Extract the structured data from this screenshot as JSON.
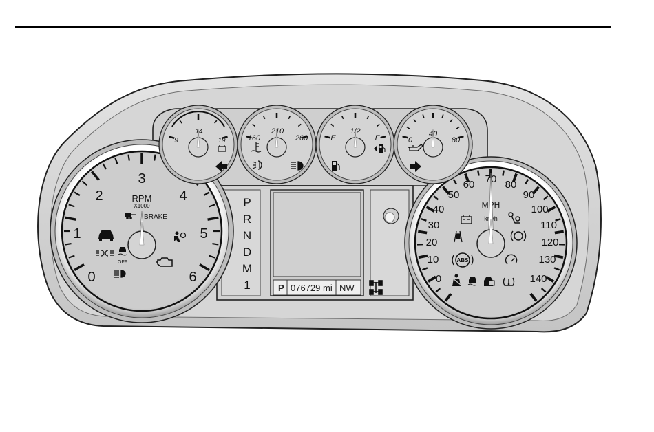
{
  "tachometer": {
    "labels": [
      "0",
      "1",
      "2",
      "3",
      "4",
      "5",
      "6"
    ],
    "unit": "RPM",
    "unit_sub": "X1000",
    "brake_label": "BRAKE",
    "traction_off_label": "OFF"
  },
  "voltmeter": {
    "labels": [
      "9",
      "14",
      "19"
    ]
  },
  "temperature": {
    "labels": [
      "160",
      "210",
      "260"
    ]
  },
  "fuel": {
    "labels": [
      "E",
      "1/2",
      "F"
    ]
  },
  "oil_pressure": {
    "labels": [
      "0",
      "40",
      "80"
    ]
  },
  "speedometer": {
    "labels": [
      "0",
      "10",
      "20",
      "30",
      "40",
      "50",
      "60",
      "70",
      "80",
      "90",
      "100",
      "110",
      "120",
      "130",
      "140"
    ],
    "unit": "MPH",
    "unit_sub": "km/h",
    "abs_label": "ABS"
  },
  "prndm": [
    "P",
    "R",
    "N",
    "D",
    "M",
    "1"
  ],
  "info_bar": {
    "gear": "P",
    "odometer": "076729",
    "odometer_unit": "mi",
    "compass": "NW"
  },
  "icons": {
    "tachometer": [
      "car-icon",
      "exterior-lamps-icon",
      "traction-control-off-icon",
      "high-beam-icon",
      "airbag-icon",
      "check-engine-icon",
      "trailer-brake-icon"
    ],
    "voltmeter": [
      "battery-icon",
      "left-turn-signal-icon"
    ],
    "temperature": [
      "coolant-temperature-icon",
      "fog-lamp-icon",
      "headlamp-on-icon"
    ],
    "fuel": [
      "fuel-pump-icon",
      "fuel-door-arrow-icon"
    ],
    "oil_pressure": [
      "oil-can-icon",
      "right-turn-signal-icon"
    ],
    "speedometer": [
      "battery-icon",
      "lane-departure-icon",
      "abs-icon",
      "seatbelt-icon",
      "stabilitrak-icon",
      "security-icon",
      "tire-pressure-icon",
      "cruise-control-icon",
      "brake-system-icon",
      "passenger-airbag-icon"
    ],
    "center": [
      "four-wheel-drive-icon",
      "trip-reset-knob-icon"
    ]
  }
}
